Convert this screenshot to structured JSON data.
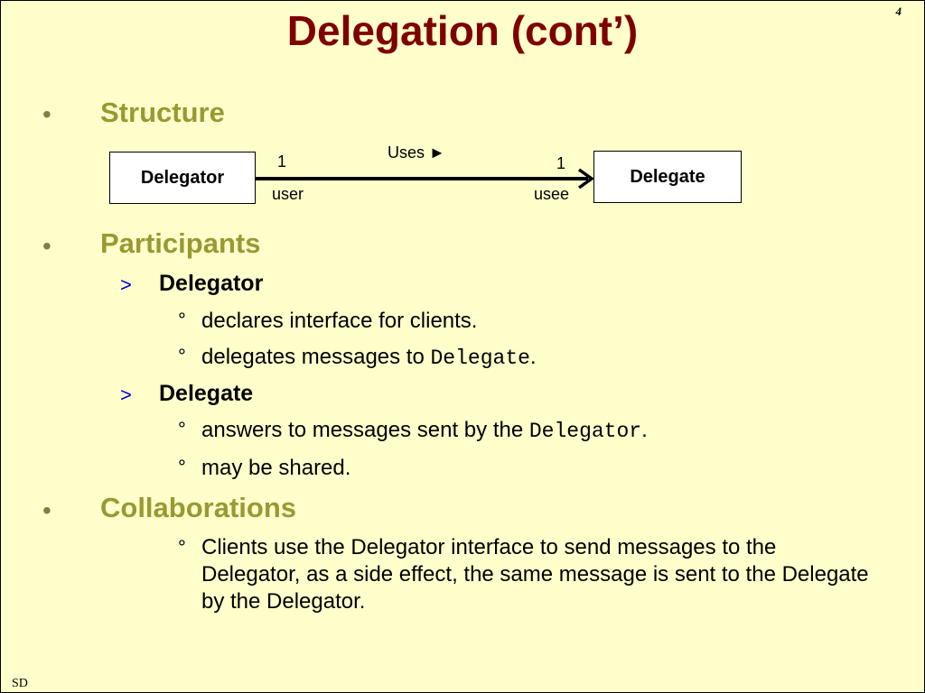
{
  "slide": {
    "title": "Delegation (cont’)",
    "page_number": "4",
    "footer": "SD"
  },
  "structure": {
    "bullet": "•",
    "heading": "Structure",
    "diagram": {
      "left_class": "Delegator",
      "right_class": "Delegate",
      "association": "Uses ►",
      "left_multiplicity": "1",
      "right_multiplicity": "1",
      "left_role": "user",
      "right_role": "usee"
    }
  },
  "participants": {
    "bullet": "•",
    "heading": "Participants",
    "delegator": {
      "marker": ">",
      "name": "Delegator",
      "items": [
        {
          "marker": "°",
          "text": "declares interface for clients."
        },
        {
          "marker": "°",
          "text": "delegates messages to ",
          "code": "Delegate",
          "suffix": "."
        }
      ]
    },
    "delegate": {
      "marker": ">",
      "name": "Delegate",
      "items": [
        {
          "marker": "°",
          "text": "answers to messages sent by the ",
          "code": "Delegator",
          "suffix": "."
        },
        {
          "marker": "°",
          "text": "may be shared."
        }
      ]
    }
  },
  "collaborations": {
    "bullet": "•",
    "heading": "Collaborations",
    "items": [
      {
        "marker": "°",
        "text": "Clients use the Delegator interface to send messages to the Delegator, as a side effect, the same message is sent to the Delegate by the Delegator."
      }
    ]
  }
}
